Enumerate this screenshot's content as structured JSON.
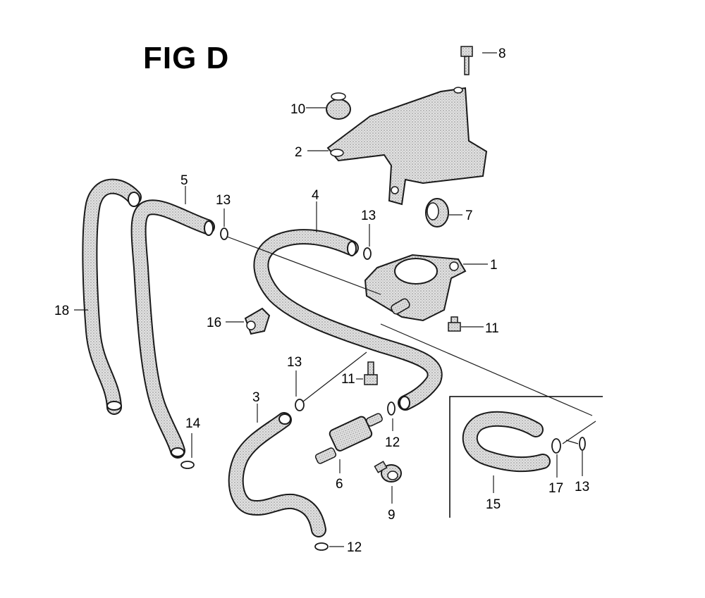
{
  "title": "FIG D",
  "colors": {
    "ink": "#1a1a1a",
    "fill": "#d9d9d9",
    "background": "#ffffff"
  },
  "callouts": [
    {
      "id": "p1",
      "label": "1"
    },
    {
      "id": "p2",
      "label": "2"
    },
    {
      "id": "p3",
      "label": "3"
    },
    {
      "id": "p4",
      "label": "4"
    },
    {
      "id": "p5",
      "label": "5"
    },
    {
      "id": "p6",
      "label": "6"
    },
    {
      "id": "p7",
      "label": "7"
    },
    {
      "id": "p8",
      "label": "8"
    },
    {
      "id": "p9",
      "label": "9"
    },
    {
      "id": "p10",
      "label": "10"
    },
    {
      "id": "p11a",
      "label": "11"
    },
    {
      "id": "p11b",
      "label": "11"
    },
    {
      "id": "p12a",
      "label": "12"
    },
    {
      "id": "p12b",
      "label": "12"
    },
    {
      "id": "p13a",
      "label": "13"
    },
    {
      "id": "p13b",
      "label": "13"
    },
    {
      "id": "p13c",
      "label": "13"
    },
    {
      "id": "p13d",
      "label": "13"
    },
    {
      "id": "p14",
      "label": "14"
    },
    {
      "id": "p15",
      "label": "15"
    },
    {
      "id": "p16",
      "label": "16"
    },
    {
      "id": "p17",
      "label": "17"
    },
    {
      "id": "p18",
      "label": "18"
    }
  ]
}
